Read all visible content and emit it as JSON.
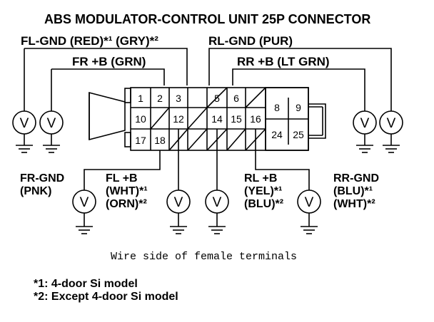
{
  "title": "ABS MODULATOR-CONTROL UNIT 25P CONNECTOR",
  "labels": {
    "fl_gnd": "FL-GND (RED)*¹ (GRY)*²",
    "rl_gnd": "RL-GND (PUR)",
    "fr_b": "FR +B (GRN)",
    "rr_b": "RR +B (LT GRN)",
    "fr_gnd_1": "FR-GND",
    "fr_gnd_2": "(PNK)",
    "fl_b_1": "FL +B",
    "fl_b_2": "(WHT)*¹",
    "fl_b_3": "(ORN)*²",
    "rl_b_1": "RL +B",
    "rl_b_2": "(YEL)*¹",
    "rl_b_3": "(BLU)*²",
    "rr_gnd_1": "RR-GND",
    "rr_gnd_2": "(BLU)*¹",
    "rr_gnd_3": "(WHT)*²"
  },
  "voltmeter_symbol": "V",
  "caption": "Wire side of female terminals",
  "footnotes": [
    "*1: 4-door Si model",
    "*2: Except 4-door Si model"
  ],
  "pins": {
    "p1": "1",
    "p2": "2",
    "p3": "3",
    "p5": "5",
    "p6": "6",
    "p8": "8",
    "p9": "9",
    "p10": "10",
    "p12": "12",
    "p14": "14",
    "p15": "15",
    "p16": "16",
    "p17": "17",
    "p18": "18",
    "p24": "24",
    "p25": "25"
  }
}
